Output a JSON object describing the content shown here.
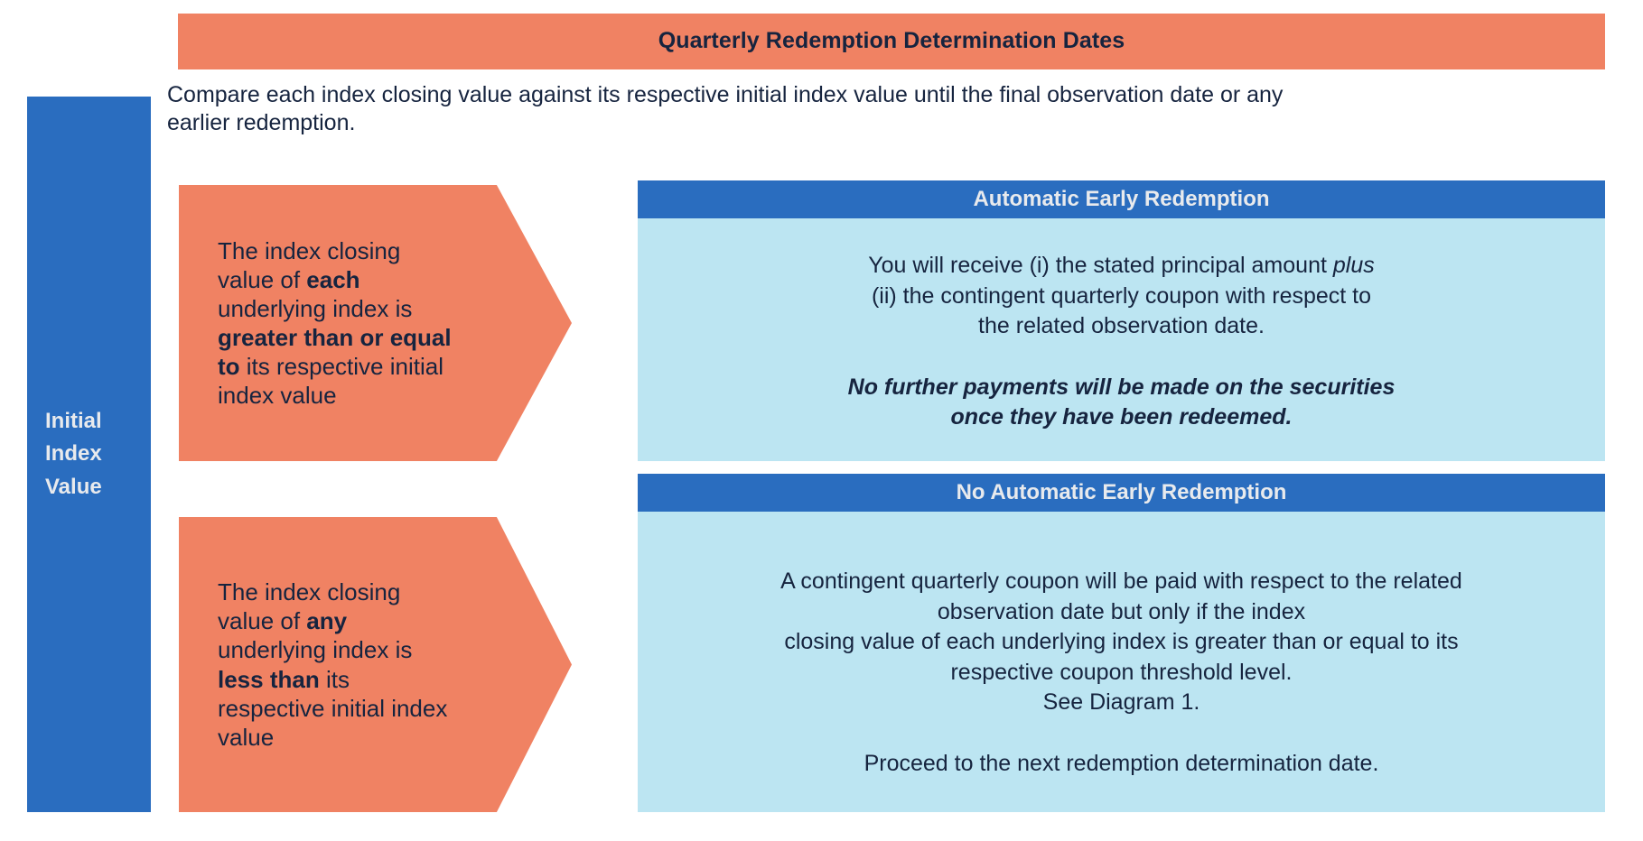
{
  "title_banner": {
    "text": "Quarterly Redemption Determination Dates",
    "background": "#F08263",
    "text_color": "#16243f"
  },
  "intro": {
    "text": "Compare each index closing value against its respective initial index value until the final observation date or any earlier redemption."
  },
  "left_bar": {
    "label": "Initial\nIndex\nValue",
    "background": "#2A6DBF",
    "text_color": "#E8EAED"
  },
  "arrows": [
    {
      "name": "greater-than-or-equal",
      "line1": "The index closing",
      "line2_plain": "value of ",
      "line2_bold": "each",
      "line3": "underlying index is",
      "line4_bold": "greater than or equal",
      "line5_bold": "to",
      "line5_plain": " its respective initial",
      "line6": "index value",
      "background": "#F08263"
    },
    {
      "name": "less-than",
      "line1": "The index closing",
      "line2_plain": "value of ",
      "line2_bold": "any",
      "line3": "underlying index is",
      "line4_bold": "less than",
      "line4_plain": " its",
      "line5": "respective initial index",
      "line6": "value",
      "background": "#F08263"
    }
  ],
  "panels": [
    {
      "name": "automatic-early-redemption",
      "header": "Automatic Early Redemption",
      "header_background": "#2A6DBF",
      "body_background": "#BCE5F2",
      "paragraph1_pre": "You will receive (i) the stated principal amount ",
      "paragraph1_em": "plus",
      "paragraph1_line2": "(ii) the contingent quarterly coupon with respect to",
      "paragraph1_line3": "the related observation date.",
      "paragraph2_line1": "No further payments will be made on the securities",
      "paragraph2_line2": "once they have been redeemed."
    },
    {
      "name": "no-automatic-early-redemption",
      "header": "No Automatic Early Redemption",
      "header_background": "#2A6DBF",
      "body_background": "#BCE5F2",
      "paragraph1_line1": "A contingent quarterly coupon will be paid with respect to the related",
      "paragraph1_line2": "observation date but only if the index",
      "paragraph1_line3": "closing value of each underlying index is greater than or equal to its",
      "paragraph1_line4": "respective coupon threshold level.",
      "paragraph1_line5": "See Diagram 1.",
      "paragraph2_line1": "Proceed to the next redemption determination date."
    }
  ],
  "colors": {
    "orange": "#F08263",
    "blue": "#2A6DBF",
    "light_blue": "#BCE5F2",
    "navy_text": "#16243f",
    "light_text": "#E8EAED"
  }
}
